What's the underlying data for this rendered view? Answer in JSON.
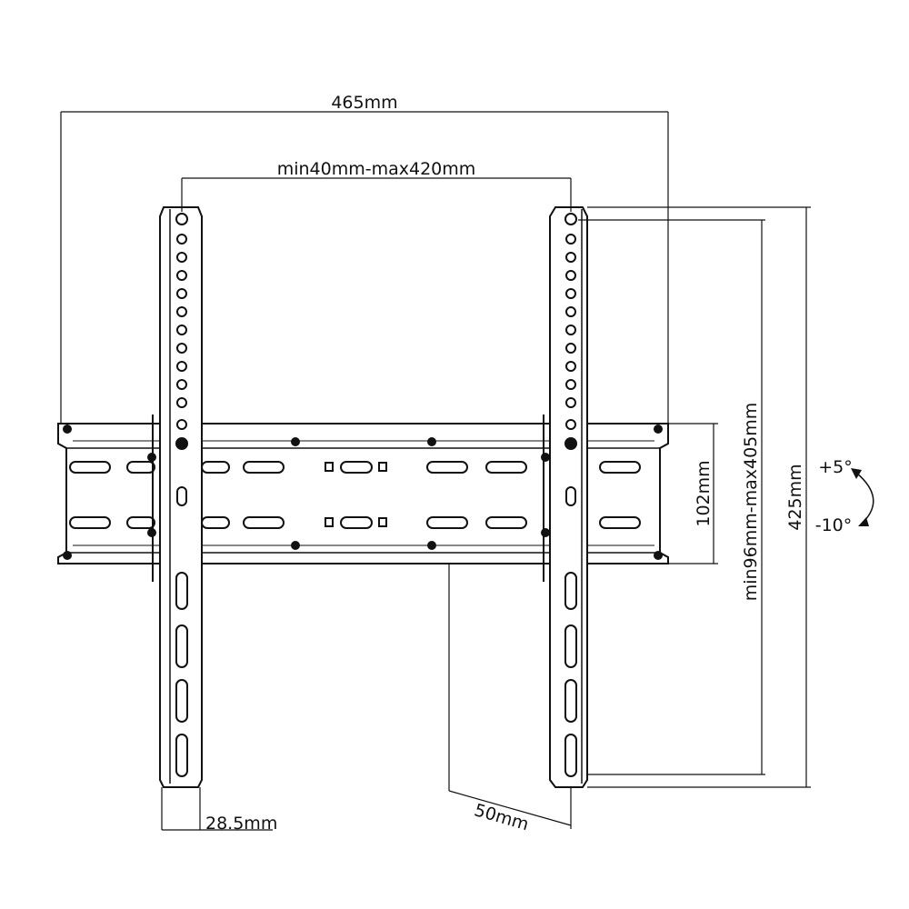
{
  "dimensions": {
    "overall_width": "465mm",
    "horizontal_vesa": "min40mm-max420mm",
    "rail_height": "102mm",
    "vertical_vesa": "min96mm-max405mm",
    "overall_height": "425mm",
    "arm_width": "28.5mm",
    "wall_depth": "50mm"
  },
  "tilt": {
    "up": "+5°",
    "down": "-10°"
  },
  "colors": {
    "line": "#111111",
    "background": "#ffffff"
  }
}
